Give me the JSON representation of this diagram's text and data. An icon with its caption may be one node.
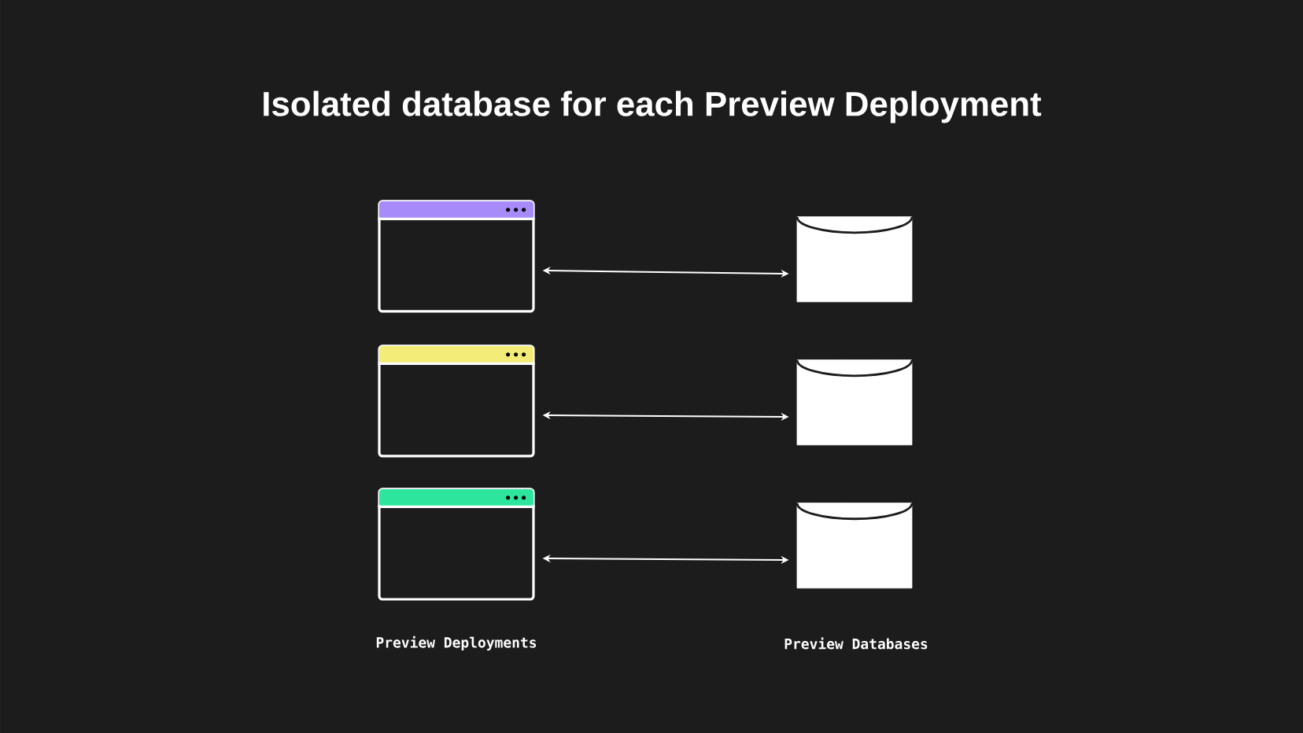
{
  "diagram": {
    "title": "Isolated database for each Preview Deployment",
    "nodes": [
      {
        "text": [],
        "shape": "box"
      },
      {
        "text": [],
        "shape": "box"
      },
      {
        "text": [],
        "shape": "box"
      },
      {
        "text": [],
        "shape": "cylinder"
      },
      {
        "text": [],
        "shape": "cylinder"
      },
      {
        "text": [],
        "shape": "cylinder"
      }
    ],
    "edges": [
      {
        "from": 0,
        "to": 3,
        "arrow": "both"
      },
      {
        "from": 1,
        "to": 4,
        "arrow": "both"
      },
      {
        "from": 2,
        "to": 5,
        "arrow": "both"
      }
    ],
    "labels": [
      "Preview Deployments",
      "Preview Databases"
    ]
  }
}
